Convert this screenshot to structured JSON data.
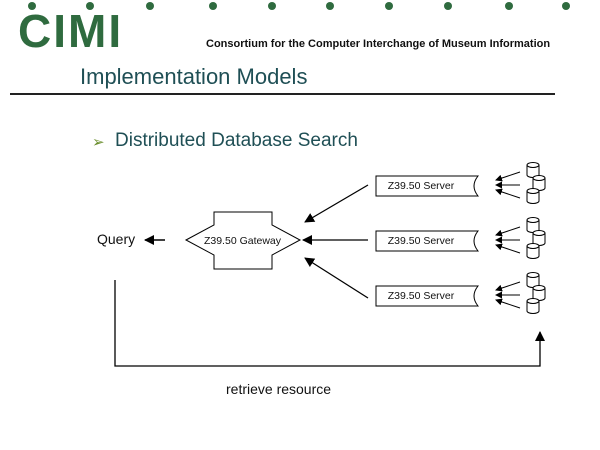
{
  "header": {
    "logo_text": "CIMI",
    "org_name": "Consortium for the Computer Interchange of Museum Information",
    "dot_color": "#2f6b3f"
  },
  "slide": {
    "title": "Implementation Models",
    "bullet": "Distributed Database Search"
  },
  "diagram": {
    "query_label": "Query",
    "gateway_label": "Z39.50 Gateway",
    "servers": [
      {
        "label": "Z39.50 Server"
      },
      {
        "label": "Z39.50 Server"
      },
      {
        "label": "Z39.50 Server"
      }
    ],
    "retrieve_label": "retrieve resource"
  },
  "colors": {
    "title": "#1f4f55",
    "bullet_arrow": "#6b8f2e",
    "lines": "#000000"
  }
}
